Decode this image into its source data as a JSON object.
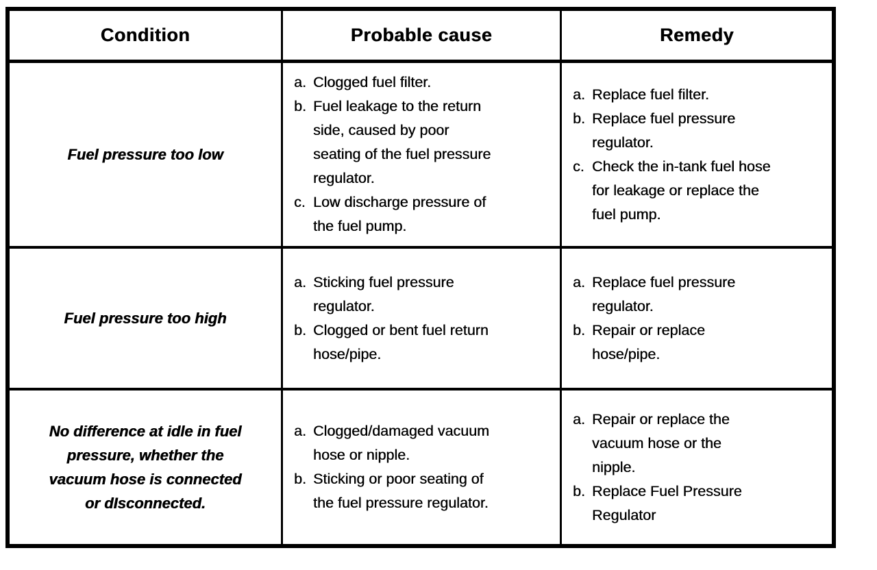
{
  "colors": {
    "ink": "#000000",
    "paper": "#ffffff"
  },
  "table": {
    "headers": [
      {
        "label": "Condition"
      },
      {
        "label": "Probable cause"
      },
      {
        "label": "Remedy"
      }
    ],
    "rows": [
      {
        "condition": "Fuel pressure too low",
        "cause": [
          {
            "label": "a.",
            "text": "Clogged fuel filter."
          },
          {
            "label": "b.",
            "text": "Fuel leakage to the return\nside, caused by poor\nseating of the fuel pressure\nregulator."
          },
          {
            "label": "c.",
            "text": "Low discharge pressure of\nthe fuel  pump."
          }
        ],
        "remedy": [
          {
            "label": "a.",
            "text": "Replace fuel filter."
          },
          {
            "label": "b.",
            "text": "Replace fuel pressure\nregulator."
          },
          {
            "label": "c.",
            "text": "Check the in-tank fuel hose\nfor leakage or replace the\nfuel pump."
          }
        ]
      },
      {
        "condition": "Fuel pressure too high",
        "cause": [
          {
            "label": "a.",
            "text": "Sticking fuel pressure\nregulator."
          },
          {
            "label": "b.",
            "text": "Clogged or bent fuel return\nhose/pipe."
          }
        ],
        "remedy": [
          {
            "label": "a.",
            "text": "Replace fuel pressure\nregulator."
          },
          {
            "label": "b.",
            "text": "Repair or replace\nhose/pipe."
          }
        ]
      },
      {
        "condition": "No difference at idle in fuel\npressure,  whether the\nvacuum hose is connected\nor dIsconnected.",
        "cause": [
          {
            "label": "a.",
            "text": "Clogged/damaged vacuum\nhose or nipple."
          },
          {
            "label": "b.",
            "text": "Sticking or poor seating of\nthe fuel pressure regulator."
          }
        ],
        "remedy": [
          {
            "label": "a.",
            "text": "Repair or replace the\nvacuum hose or the\nnipple."
          },
          {
            "label": "b.",
            "text": "Replace Fuel Pressure\nRegulator"
          }
        ]
      }
    ]
  }
}
